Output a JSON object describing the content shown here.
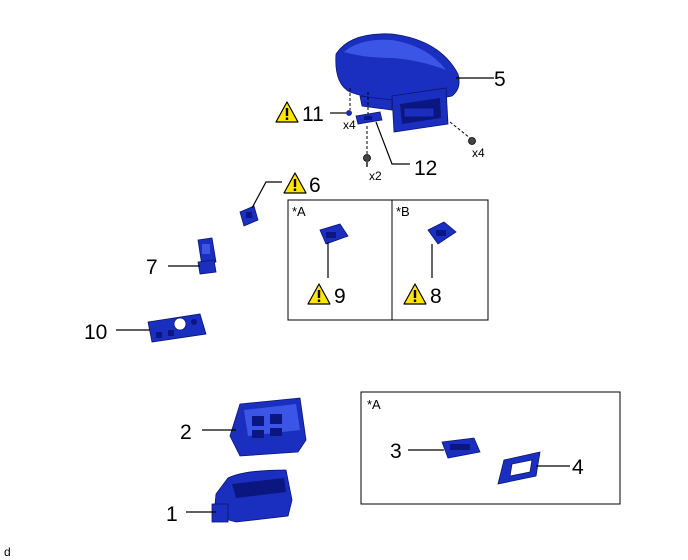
{
  "callouts": {
    "c1": "1",
    "c2": "2",
    "c3": "3",
    "c4": "4",
    "c5": "5",
    "c6": "6",
    "c7": "7",
    "c8": "8",
    "c9": "9",
    "c10": "10",
    "c11": "11",
    "c12": "12"
  },
  "quantities": {
    "q11": "x4",
    "q_screw_bottom": "x2",
    "q_screw_right": "x4"
  },
  "variant_tags": {
    "box_a_top": "*A",
    "box_b_top": "*B",
    "box_a_bottom": "*A"
  },
  "corner_mark": "d",
  "icons": {
    "warning": "warning-triangle-icon"
  },
  "colors": {
    "part_fill": "#1a2fbf",
    "warning_fill": "#ffe600"
  }
}
